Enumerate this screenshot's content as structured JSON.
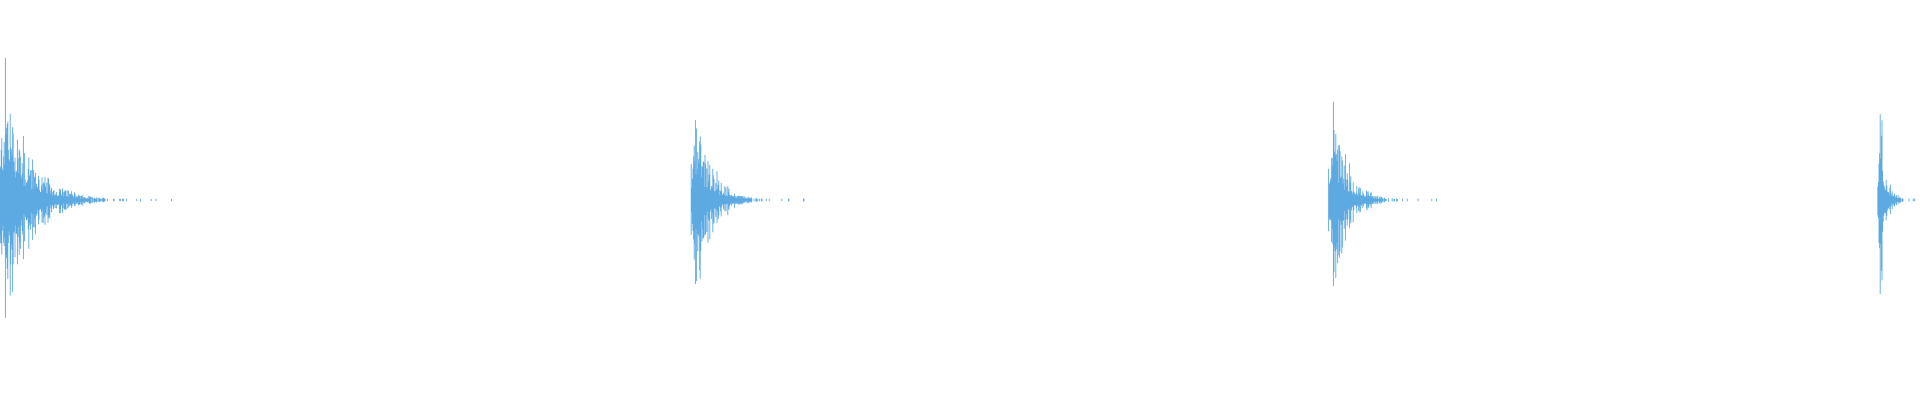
{
  "waveform": {
    "color": "#5DA9E1",
    "background": "#ffffff",
    "bursts": [
      {
        "name": "burst-1",
        "start_fraction": 0.0,
        "peak_level": 0.8,
        "decay_length_fraction": 0.09
      },
      {
        "name": "burst-2",
        "start_fraction": 0.36,
        "peak_level": 0.66,
        "decay_length_fraction": 0.06
      },
      {
        "name": "burst-3",
        "start_fraction": 0.692,
        "peak_level": 0.63,
        "decay_length_fraction": 0.057
      },
      {
        "name": "burst-4",
        "start_fraction": 0.978,
        "peak_level": 0.7,
        "decay_length_fraction": 0.022
      }
    ]
  }
}
